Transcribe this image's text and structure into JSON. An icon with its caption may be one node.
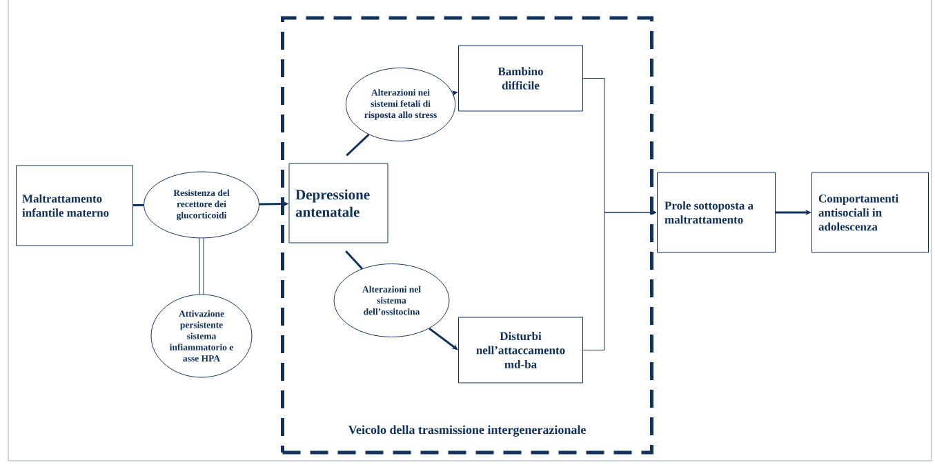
{
  "diagram": {
    "nodes": [
      {
        "text": [
          "Maltrattamento infantile materno"
        ]
      },
      {
        "text": [
          "Resistenza del recettore dei glucorticoidi"
        ]
      },
      {
        "text": [
          "Attivazione persistente sistema infiammatorio e asse HPA"
        ]
      },
      {
        "text": [
          "Veicolo della trasmissione intergenerazionale"
        ]
      },
      {
        "text": [
          "Depressione antenatale"
        ],
        "in": 3
      },
      {
        "text": [
          "Alterazioni nei sistemi fetali di risposta allo stress"
        ],
        "in": 3
      },
      {
        "text": [
          "Bambino difficile"
        ],
        "in": 3
      },
      {
        "text": [
          "Alterazioni nel sistema dell’ossitocina"
        ],
        "in": 3
      },
      {
        "text": [
          "Disturbi nell’attaccamento md-ba"
        ],
        "in": 3
      },
      {
        "text": [
          "Prole sottoposta a maltrattamento"
        ]
      },
      {
        "text": [
          "Comportamenti antisociali in adolescenza"
        ]
      }
    ],
    "edges": [
      {
        "from": 0,
        "to": 1,
        "arrow": "none"
      },
      {
        "from": 1,
        "to": 4,
        "arrow": "to"
      },
      {
        "from": 1,
        "to": 2,
        "arrow": "none",
        "style": "thick"
      },
      {
        "from": 4,
        "to": 5,
        "arrow": "none"
      },
      {
        "from": 5,
        "to": 6,
        "arrow": "to"
      },
      {
        "from": 4,
        "to": 7,
        "arrow": "none"
      },
      {
        "from": 7,
        "to": 8,
        "arrow": "to"
      },
      {
        "from": 6,
        "to": 9,
        "arrow": "to"
      },
      {
        "from": 8,
        "to": 9,
        "arrow": "to"
      },
      {
        "from": 9,
        "to": 10,
        "arrow": "to"
      }
    ]
  }
}
